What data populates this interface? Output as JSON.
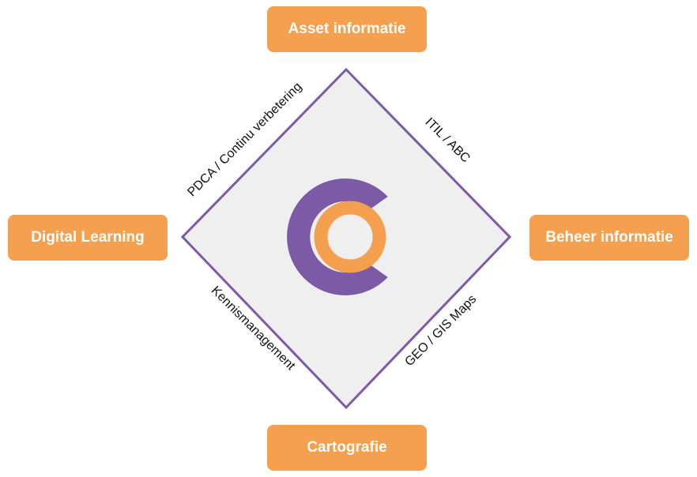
{
  "boxes": {
    "top": "Asset informatie",
    "left": "Digital Learning",
    "right": "Beheer informatie",
    "bottom": "Cartografie"
  },
  "edges": {
    "top_left": "PDCA / Continu verbetering",
    "top_right": "ITIL / ABC",
    "bottom_left": "Kennismanagement",
    "bottom_right": "GEO / GIS Maps"
  },
  "colors": {
    "orange": "#f5a04e",
    "purple": "#7d5aa6",
    "diamond_fill": "#efefef"
  },
  "center_icon": "c-logo-icon"
}
